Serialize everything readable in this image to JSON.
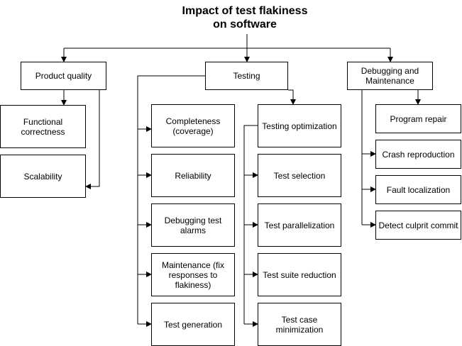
{
  "title_line1": "Impact of test flakiness",
  "title_line2": "on software",
  "categories": {
    "product_quality": "Product quality",
    "testing": "Testing",
    "debugging": "Debugging and Maintenance"
  },
  "product_quality_items": [
    "Functional correctness",
    "Scalability"
  ],
  "testing_items": [
    "Completeness (coverage)",
    "Reliability",
    "Debugging test alarms",
    "Maintenance (fix responses to flakiness)",
    "Test generation"
  ],
  "optimization": {
    "label": "Testing optimization",
    "items": [
      "Test selection",
      "Test parallelization",
      "Test suite reduction",
      "Test case minimization"
    ]
  },
  "debugging_items": [
    "Program repair",
    "Crash reproduction",
    "Fault localization",
    "Detect culprit commit"
  ]
}
